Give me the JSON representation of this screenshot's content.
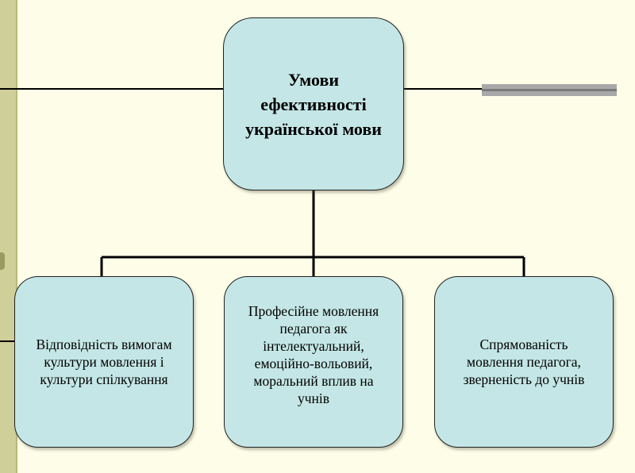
{
  "diagram": {
    "root": {
      "label": "Умови\nефективності\nукраїнської мови"
    },
    "children": [
      {
        "label": "Відповідність вимогам\nкультури мовлення і\nкультури спілкування"
      },
      {
        "label": "Професійне мовлення\nпедагога як\nінтелектуальний,\nемоційно-вольовий,\nморальний вплив на\nучнів"
      },
      {
        "label": "Спрямованість\nмовлення педагога,\nзверненість до учнів"
      }
    ],
    "colors": {
      "node_fill": "#c4e6e6",
      "background": "#fdfde8",
      "left_band": "#cfcf9a",
      "line": "#000000",
      "accent_bar": "#a8a8a8"
    }
  }
}
